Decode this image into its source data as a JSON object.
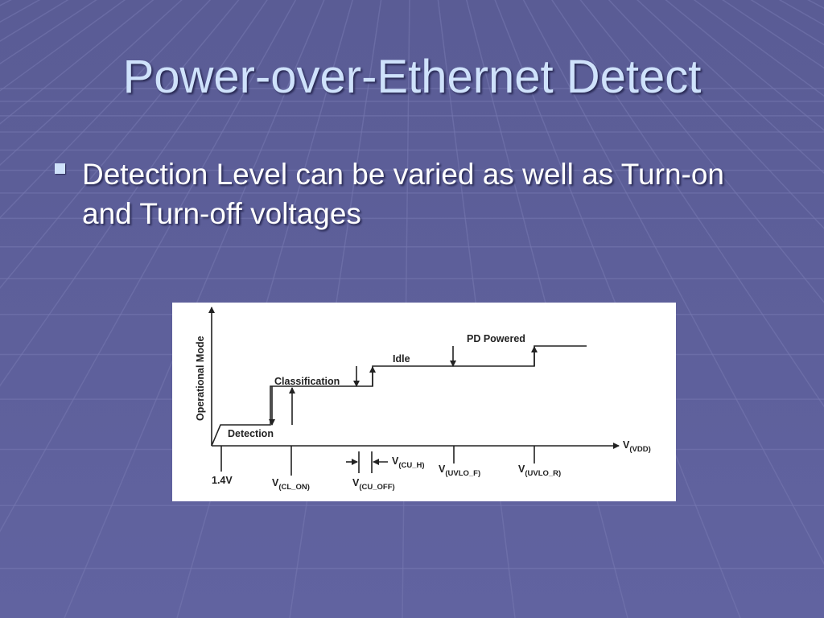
{
  "slide": {
    "title": "Power-over-Ethernet Detect",
    "bullets": [
      {
        "text": "Detection Level can be varied as well as Turn-on and Turn-off voltages"
      }
    ]
  },
  "diagram": {
    "y_axis_label": "Operational Mode",
    "x_axis": {
      "main": "V",
      "sub": "(VDD)"
    },
    "modes": {
      "detection": "Detection",
      "classification": "Classification",
      "idle": "Idle",
      "pd_powered": "PD Powered"
    },
    "voltage_marks": {
      "v_14": "1.4V",
      "cl_on": {
        "main": "V",
        "sub": "(CL_ON)"
      },
      "cu_off": {
        "main": "V",
        "sub": "(CU_OFF)"
      },
      "cu_h": {
        "main": "V",
        "sub": "(CU_H)"
      },
      "uvlo_f": {
        "main": "V",
        "sub": "(UVLO_F)"
      },
      "uvlo_r": {
        "main": "V",
        "sub": "(UVLO_R)"
      }
    }
  },
  "colors": {
    "background": "#5d5f9a",
    "title": "#cfe2fb",
    "body_text": "#ffffff",
    "diagram_bg": "#ffffff",
    "diagram_ink": "#222222"
  }
}
